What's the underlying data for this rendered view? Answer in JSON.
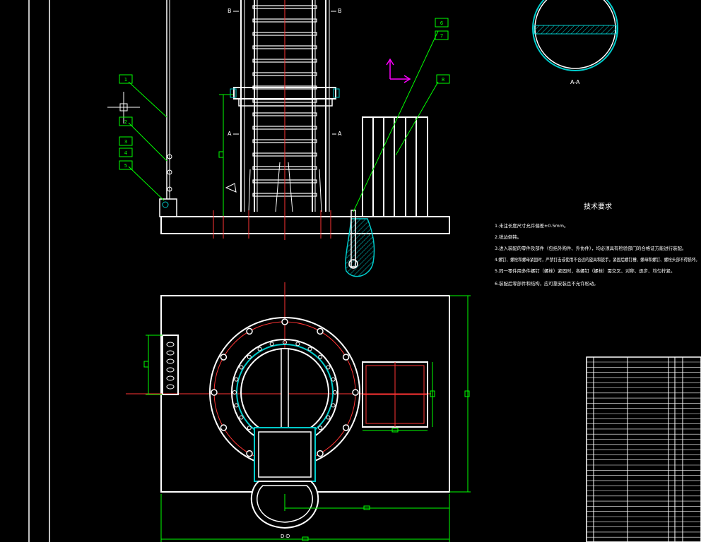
{
  "drawing": {
    "colors": {
      "background": "#000000",
      "outline": "#ffffff",
      "dimension": "#00ff00",
      "centerline": "#ff0000",
      "section": "#00cccc",
      "hidden_red": "#ff3333",
      "ucs": "#ff00ff"
    },
    "section_labels": {
      "front_left": "B",
      "front_right": "B",
      "mid_left": "A",
      "mid_right": "A",
      "detail_view": "A-A",
      "plan_view": "D-D"
    },
    "tech_requirements": {
      "title": "技术要求",
      "lines": [
        "1.未注长度尺寸允许偏差±0.5mm。",
        "2.锐边倒钝。",
        "3.进入装配的零件及部件（包括外购件、外协件），均必须具有检验部门的合格证方能进行装配。",
        "4.螺钉、螺栓和螺母紧固时，严禁打击或使用不合适的旋具和扳手。紧固后螺钉槽、螺母和螺钉、螺栓头部不得损坏。",
        "5.同一零件用多件螺钉（螺栓）紧固时，各螺钉（螺栓）需交叉、对称、逐步、均匀拧紧。",
        "6.装配后零部件和结构，应可靠安装且不允许松动。"
      ]
    },
    "balloons": [
      "1",
      "2",
      "3",
      "4",
      "5",
      "6",
      "7",
      "8"
    ]
  }
}
